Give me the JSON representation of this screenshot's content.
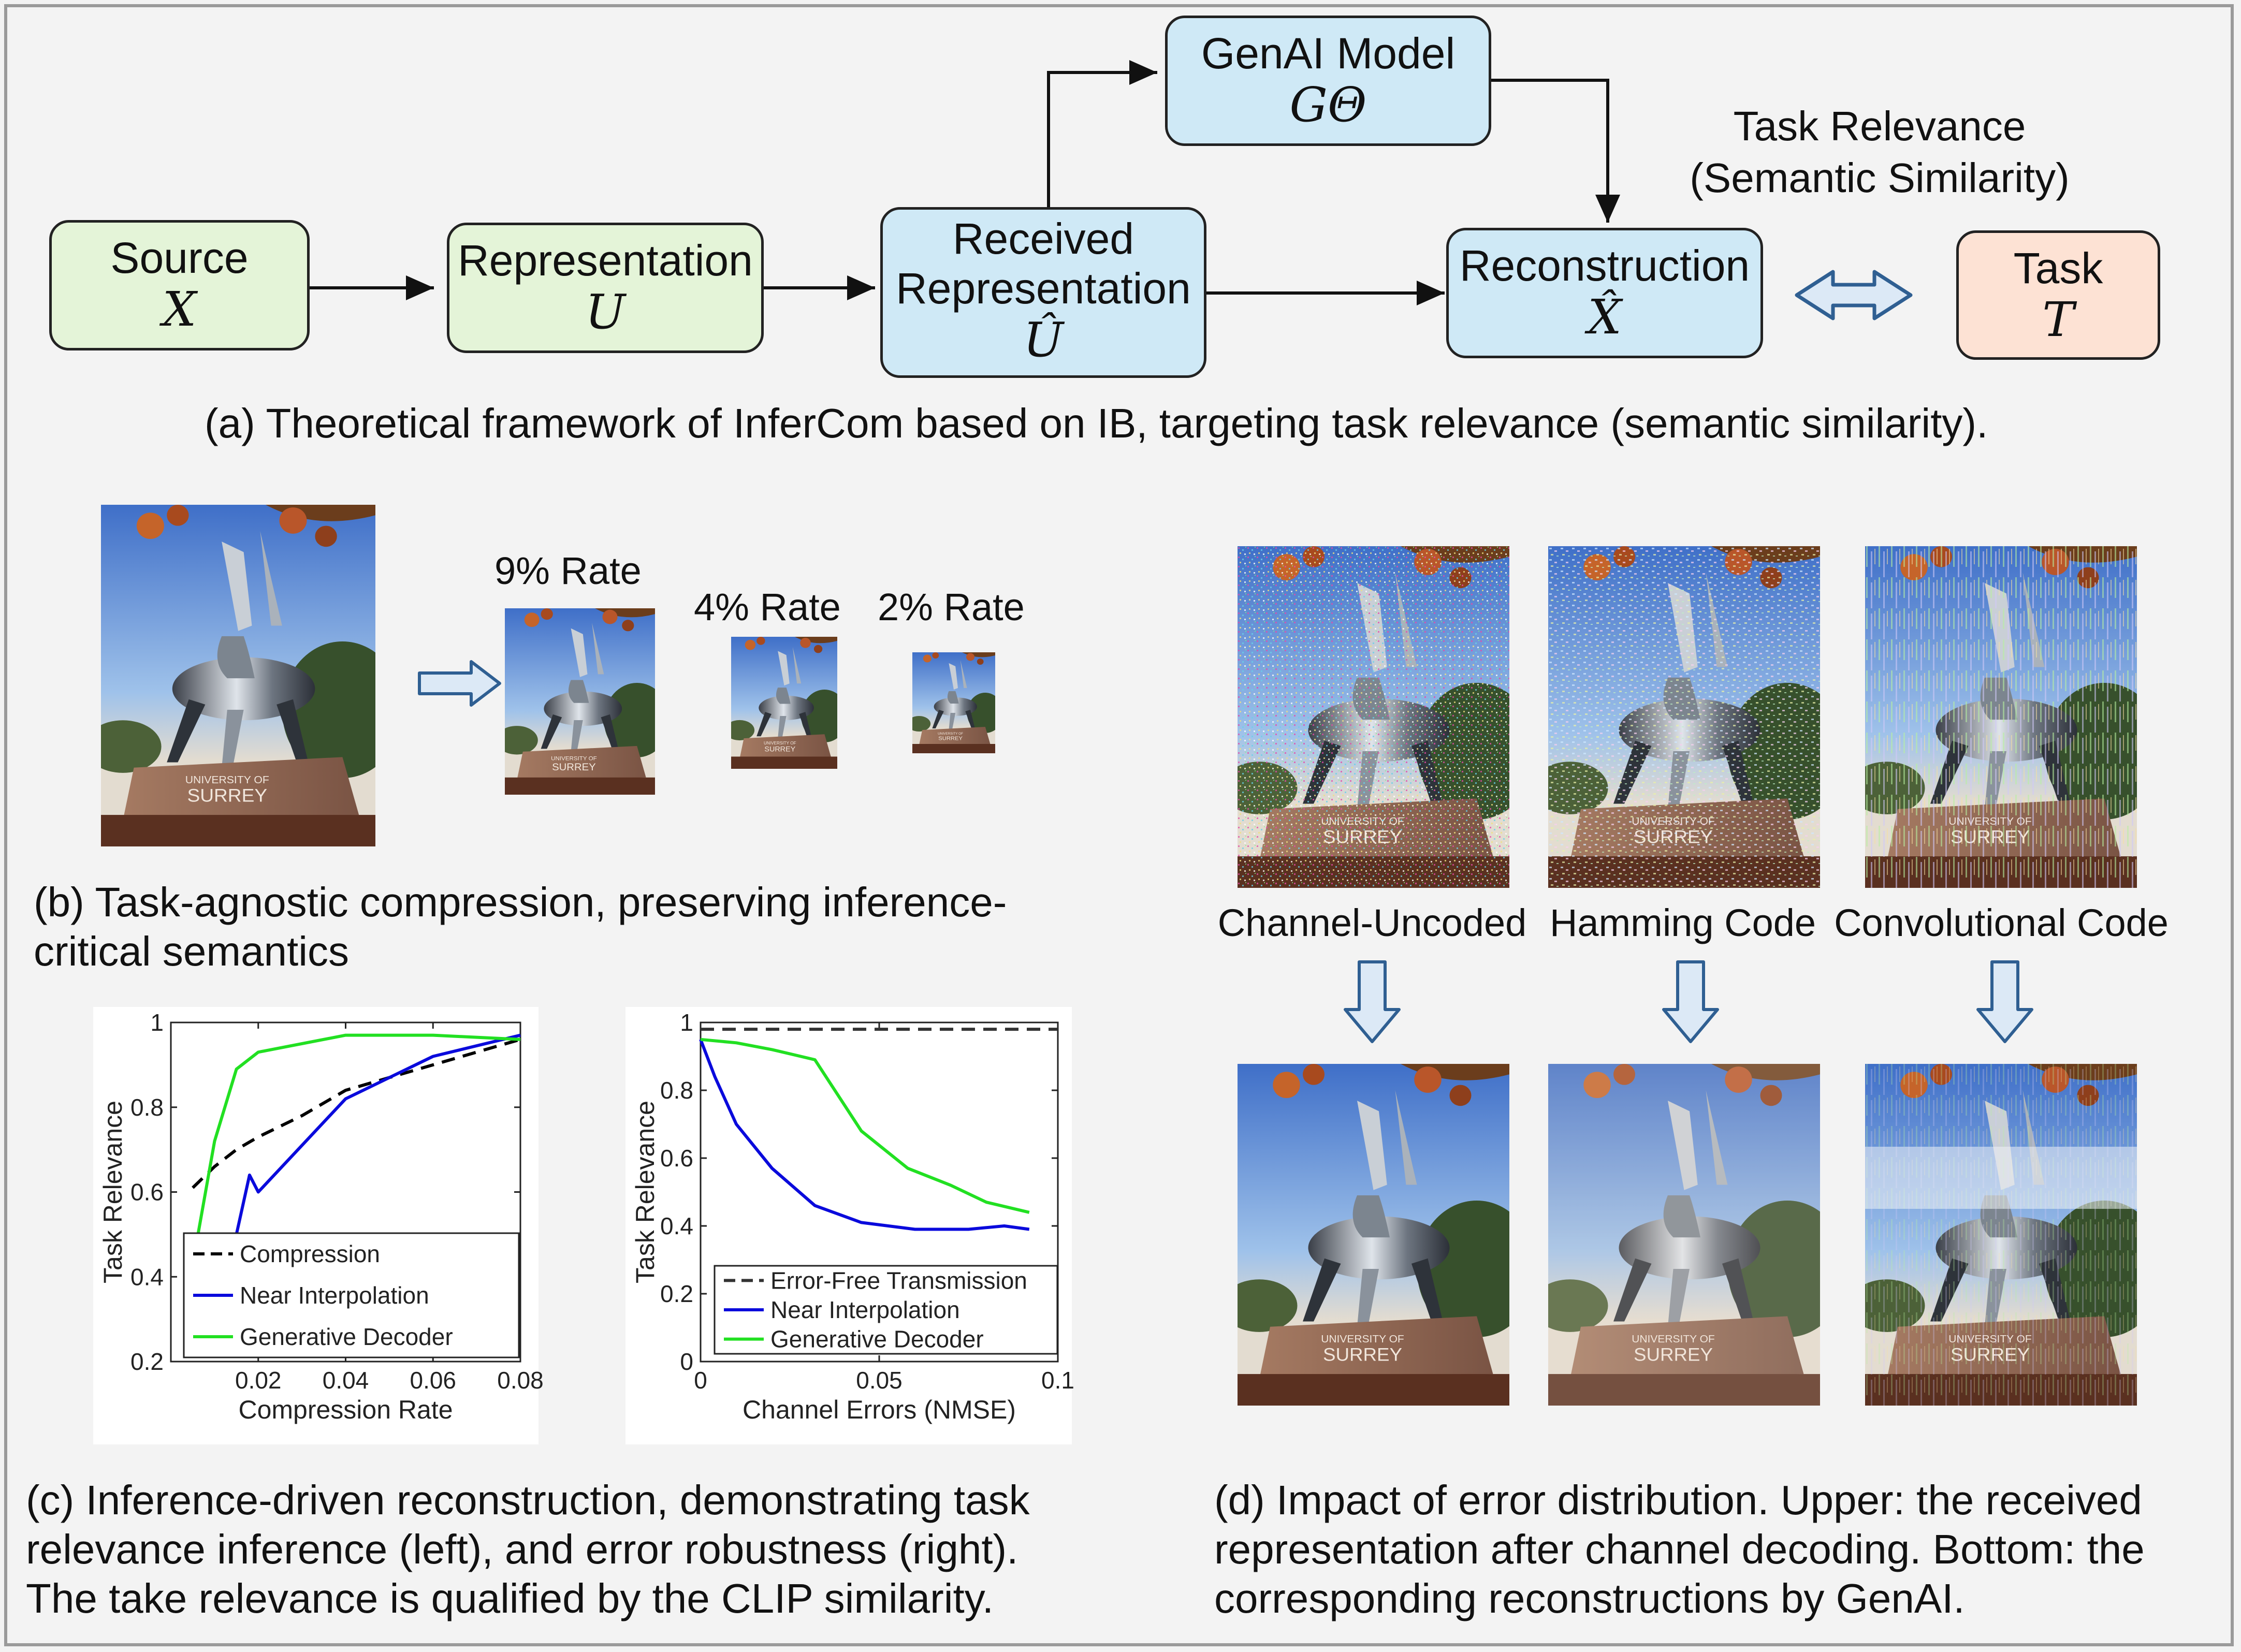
{
  "diagram_a": {
    "nodes": [
      {
        "id": "source",
        "label": "Source",
        "symbol": "X"
      },
      {
        "id": "representation",
        "label": "Representation",
        "symbol": "U"
      },
      {
        "id": "received",
        "label_line1": "Received",
        "label_line2": "Representation",
        "symbol": "Û"
      },
      {
        "id": "genai",
        "label": "GenAI Model",
        "symbol": "GΘ"
      },
      {
        "id": "reconstruction",
        "label": "Reconstruction",
        "symbol": "X̂"
      },
      {
        "id": "task",
        "label": "Task",
        "symbol": "T"
      }
    ],
    "relevance_line1": "Task Relevance",
    "relevance_line2": "(Semantic Similarity)",
    "caption": "(a) Theoretical framework of InferCom based on IB, targeting task relevance (semantic similarity)."
  },
  "panel_b": {
    "rates": [
      "9% Rate",
      "4% Rate",
      "2% Rate"
    ],
    "caption_line1": "(b) Task-agnostic compression, preserving inference-",
    "caption_line2": "critical semantics",
    "sign_line1": "UNIVERSITY OF",
    "sign_line2": "SURREY"
  },
  "panel_c": {
    "caption_line1": "(c) Inference-driven reconstruction, demonstrating task",
    "caption_line2": "relevance inference (left), and error robustness (right).",
    "caption_line3": "The take relevance is qualified by the CLIP similarity."
  },
  "panel_d": {
    "labels": [
      "Channel-Uncoded",
      "Hamming Code",
      "Convolutional Code"
    ],
    "caption_line1": "(d) Impact of error distribution. Upper: the received",
    "caption_line2": "representation after channel decoding. Bottom: the",
    "caption_line3": "corresponding reconstructions by GenAI."
  },
  "chart_data": [
    {
      "type": "line",
      "xlabel": "Compression Rate",
      "ylabel": "Task Relevance",
      "xlim": [
        0,
        0.08
      ],
      "ylim": [
        0.2,
        1
      ],
      "xticks": [
        0.02,
        0.04,
        0.06,
        0.08
      ],
      "xtick_labels": [
        "0.02",
        "0.04",
        "0.06",
        "0.08"
      ],
      "yticks": [
        0.2,
        0.4,
        0.6,
        0.8,
        1
      ],
      "ytick_labels": [
        "0.2",
        "0.4",
        "0.6",
        "0.8",
        "1"
      ],
      "grid": false,
      "legend": "bottom-right",
      "series": [
        {
          "name": "Compression",
          "color": "#000000",
          "dash": true,
          "x": [
            0.005,
            0.01,
            0.015,
            0.02,
            0.03,
            0.04,
            0.05,
            0.06,
            0.07,
            0.08
          ],
          "y": [
            0.61,
            0.66,
            0.7,
            0.73,
            0.78,
            0.84,
            0.87,
            0.9,
            0.93,
            0.96
          ]
        },
        {
          "name": "Near Interpolation",
          "color": "#0a0adc",
          "dash": false,
          "x": [
            0.005,
            0.01,
            0.012,
            0.015,
            0.018,
            0.02,
            0.04,
            0.06,
            0.08
          ],
          "y": [
            0.42,
            0.5,
            0.47,
            0.5,
            0.64,
            0.6,
            0.82,
            0.92,
            0.97
          ]
        },
        {
          "name": "Generative Decoder",
          "color": "#22e022",
          "dash": false,
          "x": [
            0.005,
            0.01,
            0.015,
            0.02,
            0.04,
            0.06,
            0.08
          ],
          "y": [
            0.43,
            0.72,
            0.89,
            0.93,
            0.97,
            0.97,
            0.96
          ]
        }
      ]
    },
    {
      "type": "line",
      "xlabel": "Channel Errors (NMSE)",
      "ylabel": "Task Relevance",
      "xlim": [
        0,
        0.1
      ],
      "ylim": [
        0,
        1
      ],
      "xticks": [
        0,
        0.05,
        0.1
      ],
      "xtick_labels": [
        "0",
        "0.05",
        "0.1"
      ],
      "yticks": [
        0,
        0.2,
        0.4,
        0.6,
        0.8,
        1
      ],
      "ytick_labels": [
        "0",
        "0.2",
        "0.4",
        "0.6",
        "0.8",
        "1"
      ],
      "grid": false,
      "legend": "bottom-right",
      "series": [
        {
          "name": "Error-Free Transmission",
          "color": "#333333",
          "dash": true,
          "x": [
            0,
            0.1
          ],
          "y": [
            0.98,
            0.98
          ]
        },
        {
          "name": "Near Interpolation",
          "color": "#0a0adc",
          "dash": false,
          "x": [
            0,
            0.004,
            0.01,
            0.02,
            0.032,
            0.045,
            0.06,
            0.075,
            0.085,
            0.092
          ],
          "y": [
            0.95,
            0.84,
            0.7,
            0.57,
            0.46,
            0.41,
            0.39,
            0.39,
            0.4,
            0.39
          ]
        },
        {
          "name": "Generative Decoder",
          "color": "#22e022",
          "dash": false,
          "x": [
            0,
            0.01,
            0.02,
            0.032,
            0.045,
            0.058,
            0.07,
            0.08,
            0.092
          ],
          "y": [
            0.95,
            0.94,
            0.92,
            0.89,
            0.68,
            0.57,
            0.52,
            0.47,
            0.44
          ]
        }
      ]
    }
  ]
}
